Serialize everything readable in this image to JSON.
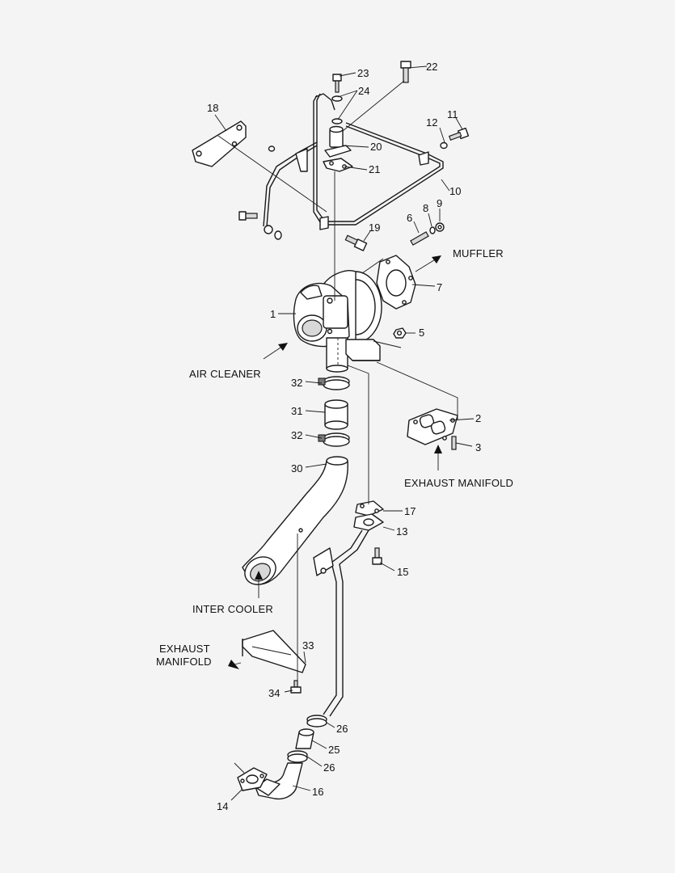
{
  "callouts": {
    "c1": "1",
    "c2": "2",
    "c3": "3",
    "c5": "5",
    "c6": "6",
    "c7": "7",
    "c8": "8",
    "c9": "9",
    "c10": "10",
    "c11": "11",
    "c12": "12",
    "c13": "13",
    "c14": "14",
    "c15": "15",
    "c16": "16",
    "c17": "17",
    "c18": "18",
    "c19": "19",
    "c20": "20",
    "c21": "21",
    "c22": "22",
    "c23": "23",
    "c24": "24",
    "c25": "25",
    "c26a": "26",
    "c26b": "26",
    "c30": "30",
    "c31": "31",
    "c32a": "32",
    "c32b": "32",
    "c33": "33",
    "c34": "34"
  },
  "labels": {
    "muffler": "MUFFLER",
    "air_cleaner": "AIR CLEANER",
    "exhaust_manifold": "EXHAUST MANIFOLD",
    "inter_cooler": "INTER COOLER",
    "exhaust_manifold_2_line1": "EXHAUST",
    "exhaust_manifold_2_line2": "MANIFOLD"
  }
}
